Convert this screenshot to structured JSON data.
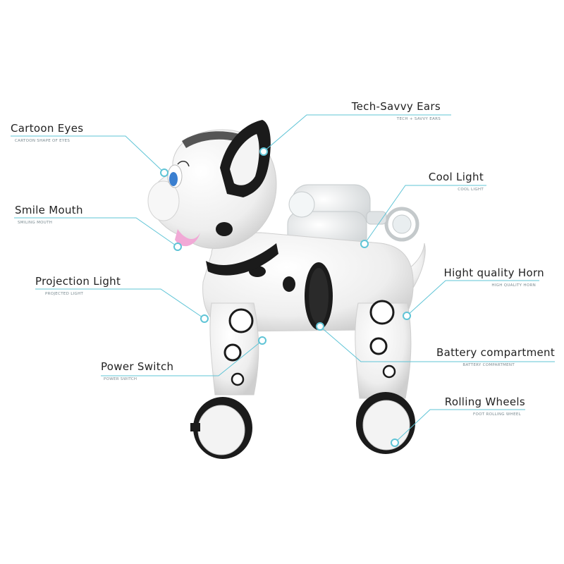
{
  "callouts": [
    {
      "id": "cartoon-eyes",
      "title": "Cartoon Eyes",
      "subtitle": "CARTOON SHAPE OF EYES"
    },
    {
      "id": "tech-savvy-ears",
      "title": "Tech-Savvy Ears",
      "subtitle": "TECH + SAVVY EARS"
    },
    {
      "id": "cool-light",
      "title": "Cool Light",
      "subtitle": "COOL LIGHT"
    },
    {
      "id": "smile-mouth",
      "title": "Smile Mouth",
      "subtitle": "SMILING MOUTH"
    },
    {
      "id": "hight-quality-horn",
      "title": "Hight quality Horn",
      "subtitle": "HIGH QUALITY HORN"
    },
    {
      "id": "projection-light",
      "title": "Projection Light",
      "subtitle": "PROJECTED LIGHT"
    },
    {
      "id": "battery-compartment",
      "title": "Battery compartment",
      "subtitle": "BATTERY COMPARTMENT"
    },
    {
      "id": "power-switch",
      "title": "Power Switch",
      "subtitle": "POWER SWITCH"
    },
    {
      "id": "rolling-wheels",
      "title": "Rolling Wheels",
      "subtitle": "FOOT ROLLING WHEEL"
    }
  ],
  "colors": {
    "line": "#5fc4d6",
    "dot_fill": "#ffffff",
    "body": "#f4f4f4",
    "black": "#1b1b1b",
    "eye": "#3a7fd0",
    "mouth": "#f1a9d6"
  }
}
